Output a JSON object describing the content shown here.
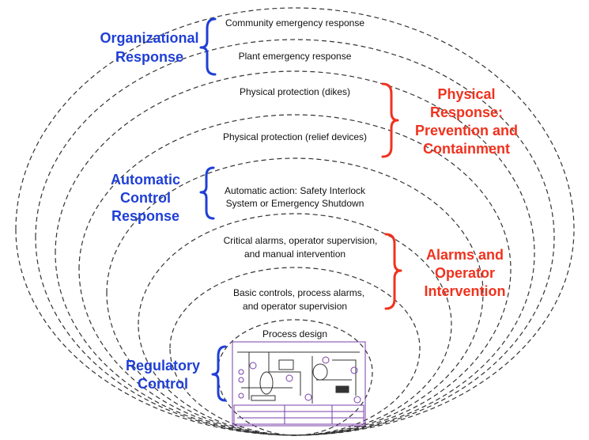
{
  "layers": [
    {
      "label": "Community emergency response"
    },
    {
      "label": "Plant emergency response"
    },
    {
      "label": "Physical protection (dikes)"
    },
    {
      "label": "Physical protection (relief devices)"
    },
    {
      "label_lines": [
        "Automatic action: Safety Interlock",
        "System or Emergency Shutdown"
      ]
    },
    {
      "label_lines": [
        "Critical alarms, operator supervision,",
        "and manual intervention"
      ]
    },
    {
      "label_lines": [
        "Basic controls, process alarms,",
        "and operator supervision"
      ]
    },
    {
      "label": "Process design"
    }
  ],
  "groups": [
    {
      "lines": [
        "Organizational",
        "Response"
      ]
    },
    {
      "lines": [
        "Physical",
        "Response:",
        "Prevention and",
        "Containment"
      ]
    },
    {
      "lines": [
        "Automatic",
        "Control",
        "Response"
      ]
    },
    {
      "lines": [
        "Alarms and",
        "Operator",
        "Intervention"
      ]
    },
    {
      "lines": [
        "Regulatory",
        "Control"
      ]
    }
  ],
  "colors": {
    "blue": "#1f3fd6",
    "red": "#f0321e",
    "ring": "#333333",
    "pid_purple": "#7a3fa8"
  },
  "icons": {
    "process_schematic": "p-and-id-drawing"
  }
}
